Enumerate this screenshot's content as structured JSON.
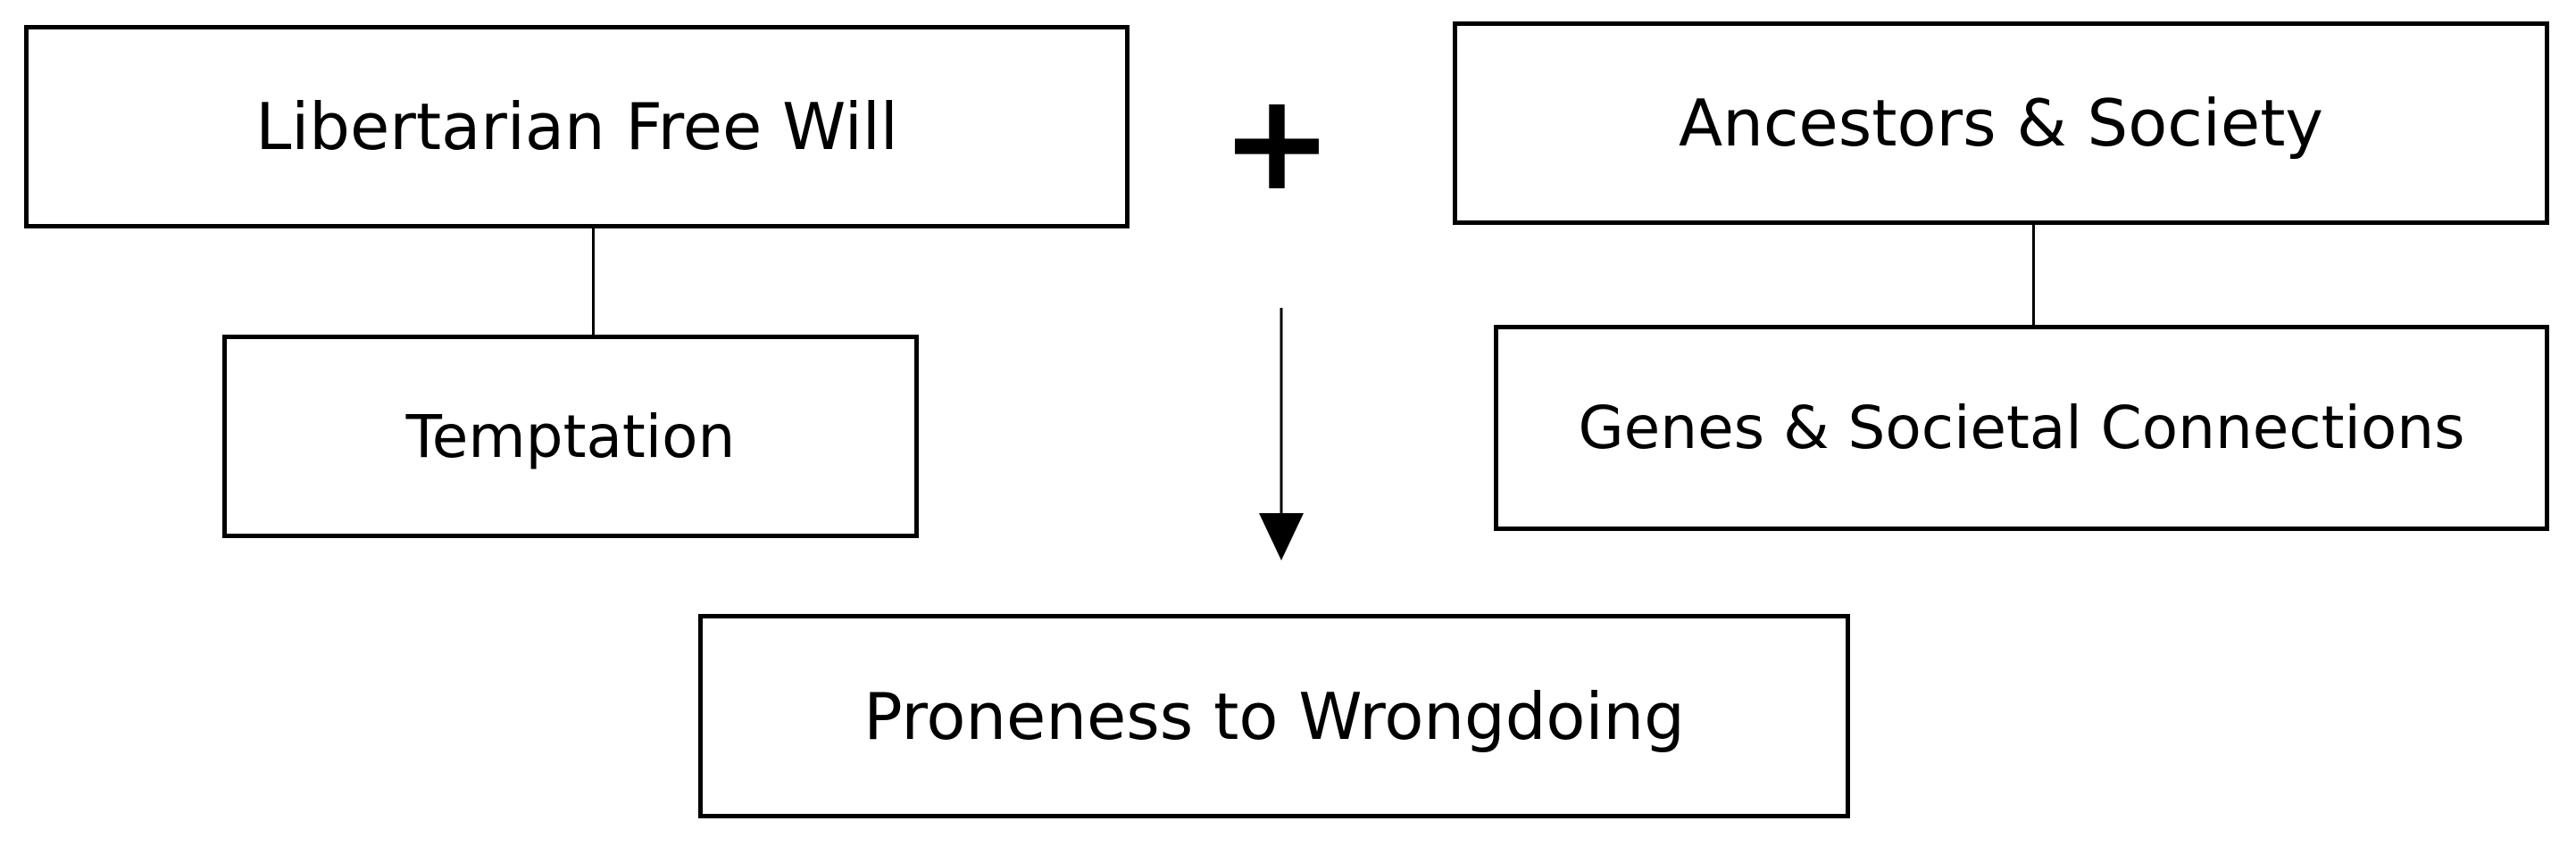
{
  "diagram": {
    "nodes": {
      "libertarian_free_will": "Libertarian Free Will",
      "ancestors_society": "Ancestors & Society",
      "temptation": "Temptation",
      "genes_connections": "Genes & Societal Connections",
      "proneness": "Proneness to Wrongdoing"
    },
    "operator": "+",
    "edges": [
      {
        "from": "libertarian_free_will",
        "to": "temptation",
        "type": "line"
      },
      {
        "from": "ancestors_society",
        "to": "genes_connections",
        "type": "line"
      },
      {
        "from": "operator",
        "to": "proneness",
        "type": "arrow"
      }
    ],
    "colors": {
      "stroke": "#000000",
      "fill": "#ffffff"
    }
  }
}
